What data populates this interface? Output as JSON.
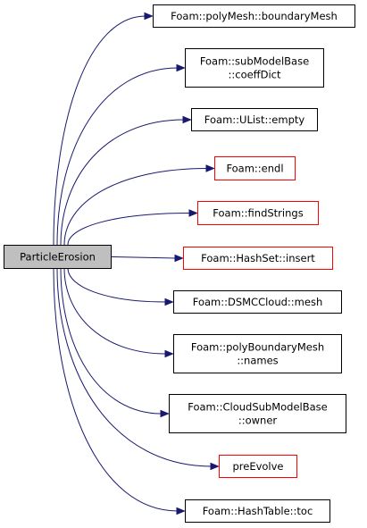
{
  "graph": {
    "root": {
      "lines": [
        "ParticleErosion"
      ],
      "border": "black",
      "fill": "gray"
    },
    "nodes": [
      {
        "lines": [
          "Foam::polyMesh::boundaryMesh"
        ],
        "border": "black"
      },
      {
        "lines": [
          "Foam::subModelBase",
          "::coeffDict"
        ],
        "border": "black"
      },
      {
        "lines": [
          "Foam::UList::empty"
        ],
        "border": "black"
      },
      {
        "lines": [
          "Foam::endl"
        ],
        "border": "red"
      },
      {
        "lines": [
          "Foam::findStrings"
        ],
        "border": "red"
      },
      {
        "lines": [
          "Foam::HashSet::insert"
        ],
        "border": "red"
      },
      {
        "lines": [
          "Foam::DSMCCloud::mesh"
        ],
        "border": "black"
      },
      {
        "lines": [
          "Foam::polyBoundaryMesh",
          "::names"
        ],
        "border": "black"
      },
      {
        "lines": [
          "Foam::CloudSubModelBase",
          "::owner"
        ],
        "border": "black"
      },
      {
        "lines": [
          "preEvolve"
        ],
        "border": "red"
      },
      {
        "lines": [
          "Foam::HashTable::toc"
        ],
        "border": "black"
      }
    ],
    "colors": {
      "edge": "#191970",
      "red_border": "#ff0000",
      "root_fill": "#bfbfbf"
    }
  }
}
